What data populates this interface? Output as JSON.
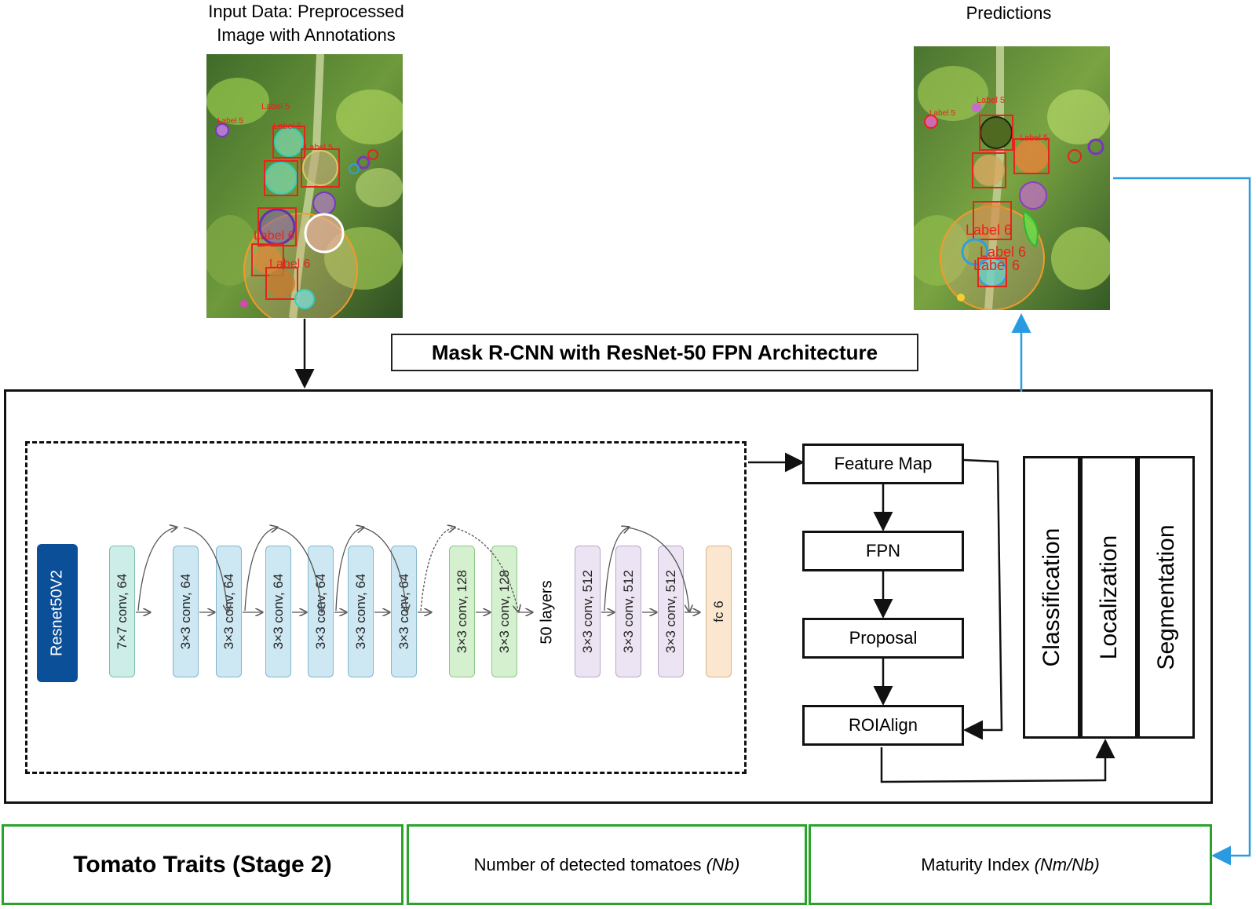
{
  "input": {
    "title_line1": "Input Data: Preprocessed",
    "title_line2": "Image with Annotations",
    "label_sample": "Label 5",
    "label_sample2": "Label 6"
  },
  "predictions": {
    "title": "Predictions",
    "label_sample": "Label 5",
    "label_sample2": "Label 6"
  },
  "architecture": {
    "title": "Mask R-CNN with ResNet-50 FPN Architecture"
  },
  "resnet": {
    "block_label": "Resnet50V2",
    "layers": [
      {
        "label": "7×7 conv, 64",
        "color": "#cdeee8",
        "border": "#7fbfae"
      },
      {
        "label": "3×3 conv, 64",
        "color": "#cde7f3",
        "border": "#85b6cd"
      },
      {
        "label": "3×3 conv, 64",
        "color": "#cde7f3",
        "border": "#85b6cd"
      },
      {
        "label": "3×3 conv, 64",
        "color": "#cde7f3",
        "border": "#85b6cd"
      },
      {
        "label": "3×3 conv, 64",
        "color": "#cde7f3",
        "border": "#85b6cd"
      },
      {
        "label": "3×3 conv, 64",
        "color": "#cde7f3",
        "border": "#85b6cd"
      },
      {
        "label": "3×3 conv, 64",
        "color": "#cde7f3",
        "border": "#85b6cd"
      },
      {
        "label": "3×3 conv, 128",
        "color": "#d4f0cf",
        "border": "#8fc789"
      },
      {
        "label": "3×3 conv, 128",
        "color": "#d4f0cf",
        "border": "#8fc789"
      },
      {
        "label": "3×3 conv, 512",
        "color": "#ece4f3",
        "border": "#b8a6c8"
      },
      {
        "label": "3×3 conv, 512",
        "color": "#ece4f3",
        "border": "#b8a6c8"
      },
      {
        "label": "3×3 conv, 512",
        "color": "#ece4f3",
        "border": "#b8a6c8"
      },
      {
        "label": "fc 6",
        "color": "#fbe7cf",
        "border": "#d9b68a"
      }
    ],
    "fifty_layers": "50 layers"
  },
  "flow": {
    "feature_map": "Feature Map",
    "fpn": "FPN",
    "proposal": "Proposal",
    "roialign": "ROIAlign"
  },
  "outputs": {
    "classification": "Classification",
    "localization": "Localization",
    "segmentation": "Segmentation"
  },
  "traits": {
    "title": "Tomato Traits (Stage 2)",
    "count_text": "Number of detected tomatoes ",
    "count_var": "(Nb)",
    "maturity_text": "Maturity Index ",
    "maturity_var": "(Nm/Nb)"
  },
  "colors": {
    "arrow_black": "#111111",
    "arrow_blue": "#2a9be0",
    "green_border": "#2aa32a",
    "resnet_blue": "#0b4f98",
    "annotation_red": "#e8231c",
    "annotation_orange": "#f39a26"
  }
}
